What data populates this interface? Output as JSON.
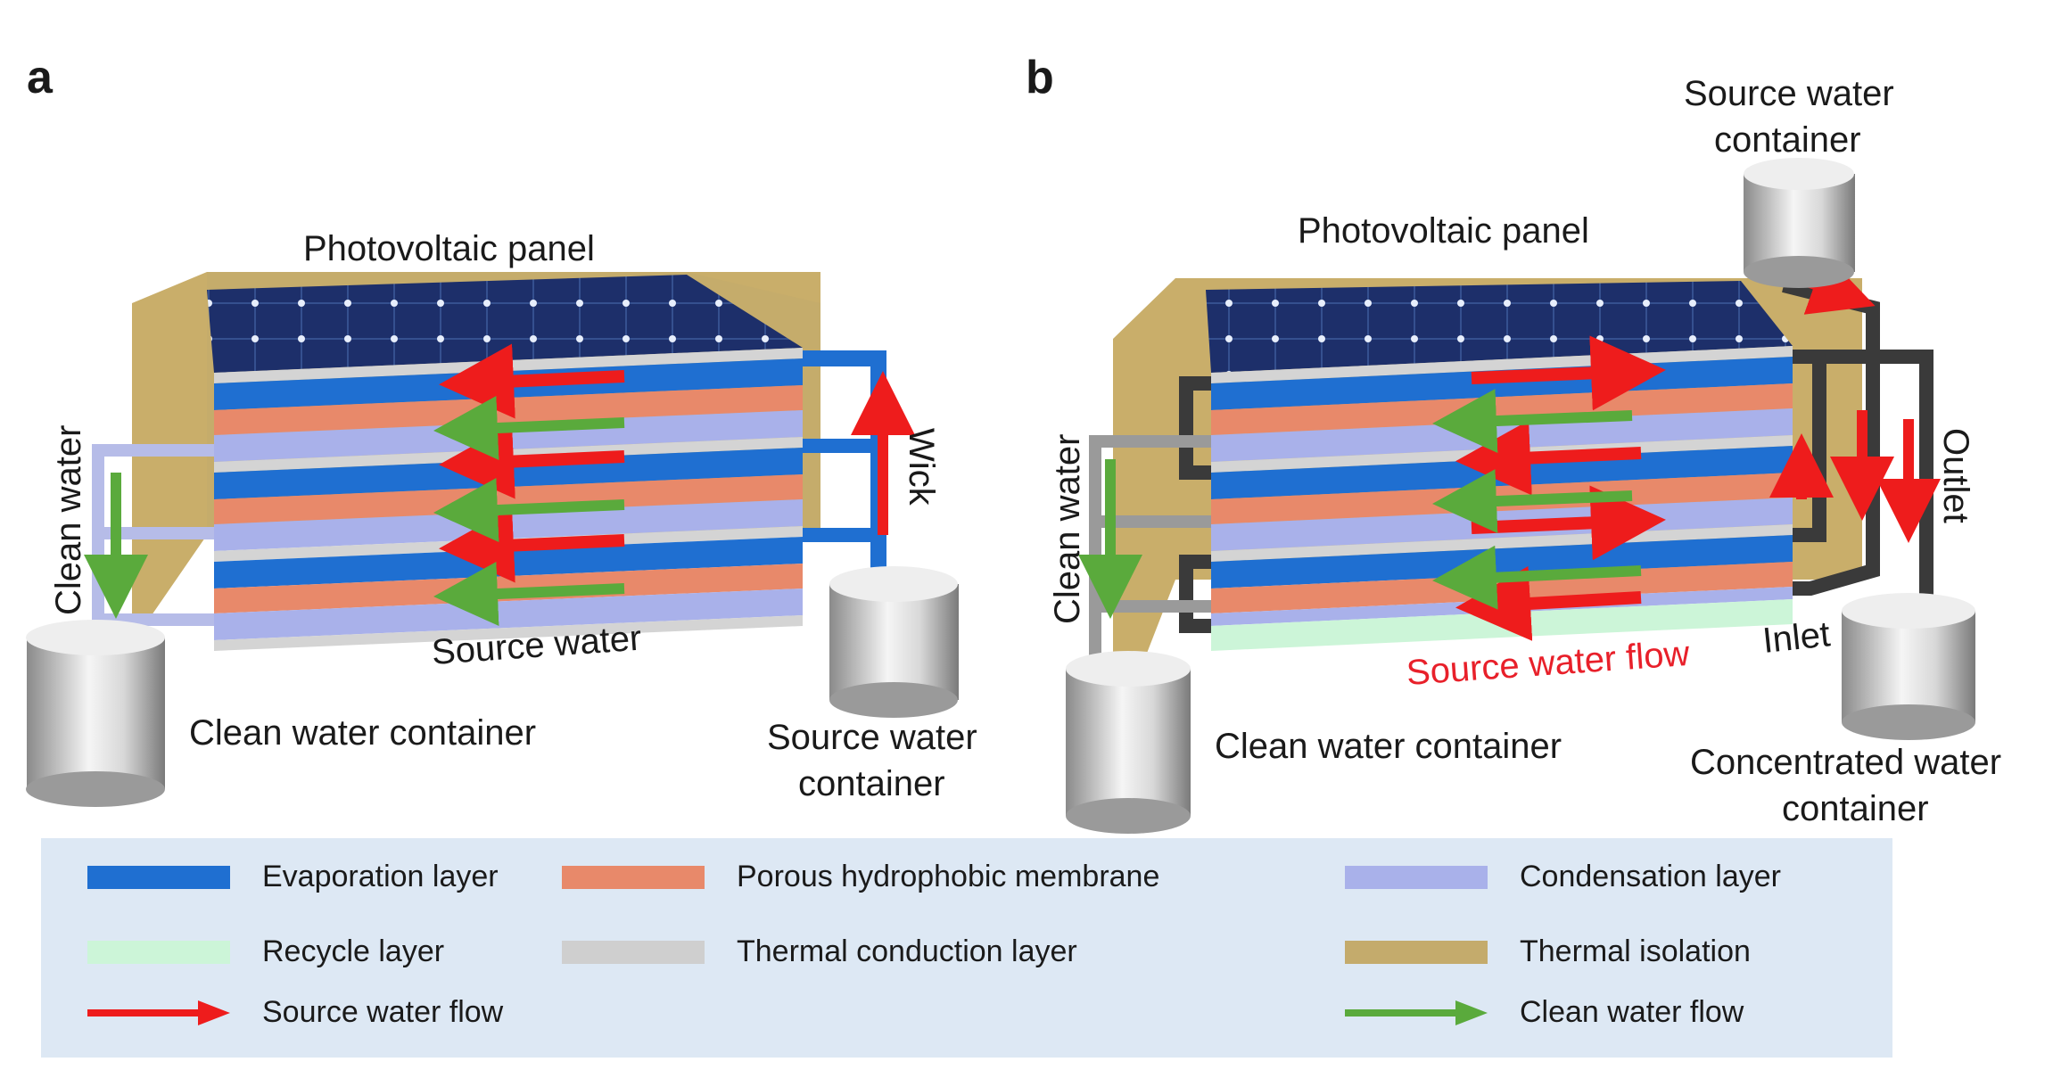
{
  "panels": {
    "a": {
      "letter": "a",
      "photovoltaic": "Photovoltaic panel",
      "clean_water": "Clean water",
      "wick": "Wick",
      "source_water": "Source water",
      "clean_container": "Clean water container",
      "source_container_1": "Source water",
      "source_container_2": "container"
    },
    "b": {
      "letter": "b",
      "source_container_1": "Source water",
      "source_container_2": "container",
      "photovoltaic": "Photovoltaic panel",
      "clean_water": "Clean water",
      "outlet": "Outlet",
      "inlet": "Inlet",
      "source_flow": "Source water flow",
      "clean_container": "Clean water container",
      "concentrated_1": "Concentrated water",
      "concentrated_2": "container"
    }
  },
  "legend": {
    "evaporation": "Evaporation layer",
    "membrane": "Porous hydrophobic membrane",
    "condensation": "Condensation layer",
    "recycle": "Recycle layer",
    "conduction": "Thermal conduction layer",
    "isolation": "Thermal isolation",
    "source_flow": "Source water flow",
    "clean_flow": "Clean water flow"
  },
  "colors": {
    "evaporation": "#1f6fd1",
    "membrane": "#e8896a",
    "condensation": "#a9b1ea",
    "recycle": "#ccf5d8",
    "conduction": "#cfcfcf",
    "isolation": "#c4ab6c",
    "source_arrow": "#ee1c1c",
    "clean_arrow": "#5aaa3c",
    "accent_red_text": "#e8202a"
  }
}
